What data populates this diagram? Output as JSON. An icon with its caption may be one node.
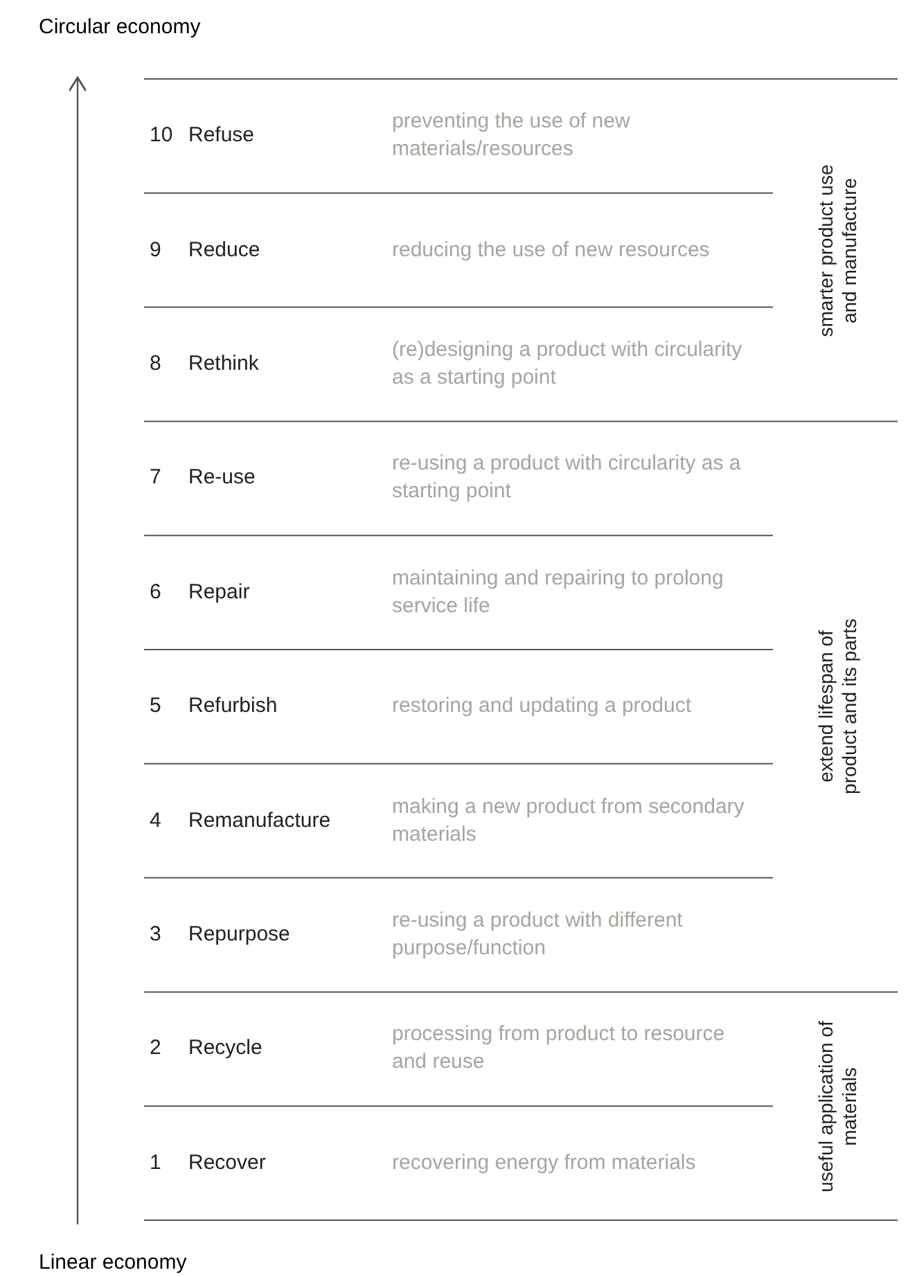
{
  "diagram": {
    "labels": [
      "Circular economy",
      "10",
      "Refuse",
      "preventing the use of new materials/resources",
      "9",
      "Reduce",
      "reducing the use of new resources",
      "8",
      "Rethink",
      "(re)designing a product with circularity as a starting point",
      "smarter product use and manufacture",
      "7",
      "Re-use",
      "re-using a product with circularity as a starting point",
      "6",
      "Repair",
      "maintaining and repairing to prolong service life",
      "5",
      "Refurbish",
      "restoring and updating a product",
      "4",
      "Remanufacture",
      "making a new product from secondary materials",
      "3",
      "Repurpose",
      "re-using a product with different purpose/function",
      "extend lifespan of product and its parts",
      "2",
      "Recycle",
      "processing from product to resource and reuse",
      "1",
      "Recover",
      "recovering energy from materials",
      "useful application of materials",
      "Linear economy"
    ]
  }
}
